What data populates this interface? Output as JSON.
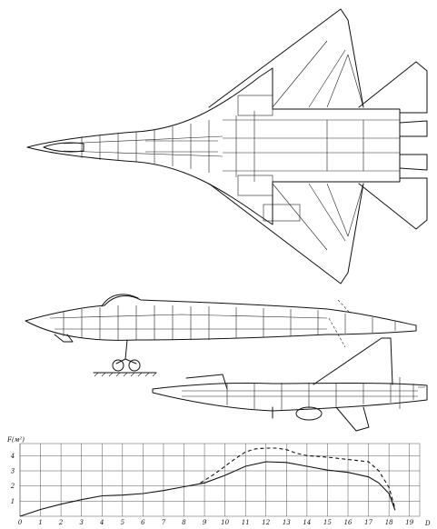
{
  "chart_data": {
    "type": "line",
    "ylabel": "F(м²)",
    "xlabel": "D",
    "x_ticks": [
      "0",
      "1",
      "2",
      "3",
      "4",
      "5",
      "6",
      "7",
      "8",
      "9",
      "10",
      "11",
      "12",
      "13",
      "14",
      "15",
      "16",
      "17",
      "18",
      "19"
    ],
    "y_ticks": [
      "4",
      "3",
      "2",
      "1"
    ],
    "xlim": [
      0,
      19.5
    ],
    "ylim": [
      0,
      4.8
    ],
    "grid": true,
    "series": [
      {
        "style": "solid",
        "x": [
          0,
          1,
          2,
          3,
          4,
          5,
          6,
          7,
          8,
          9,
          10,
          11,
          12,
          13,
          14,
          15,
          16,
          17,
          17.5,
          18,
          18.3
        ],
        "y": [
          0,
          0.45,
          0.8,
          1.1,
          1.35,
          1.4,
          1.5,
          1.7,
          1.95,
          2.2,
          2.7,
          3.3,
          3.6,
          3.55,
          3.3,
          3.05,
          2.9,
          2.6,
          2.2,
          1.5,
          0.4
        ]
      },
      {
        "style": "dashed",
        "x": [
          8.8,
          9.5,
          10,
          10.5,
          11,
          11.5,
          12,
          12.5,
          13,
          13.5,
          14,
          15,
          16,
          17,
          17.5,
          18,
          18.3
        ],
        "y": [
          2.2,
          2.8,
          3.3,
          3.8,
          4.25,
          4.45,
          4.5,
          4.5,
          4.4,
          4.15,
          4.0,
          3.9,
          3.75,
          3.6,
          3.0,
          1.9,
          0.5
        ]
      }
    ]
  }
}
